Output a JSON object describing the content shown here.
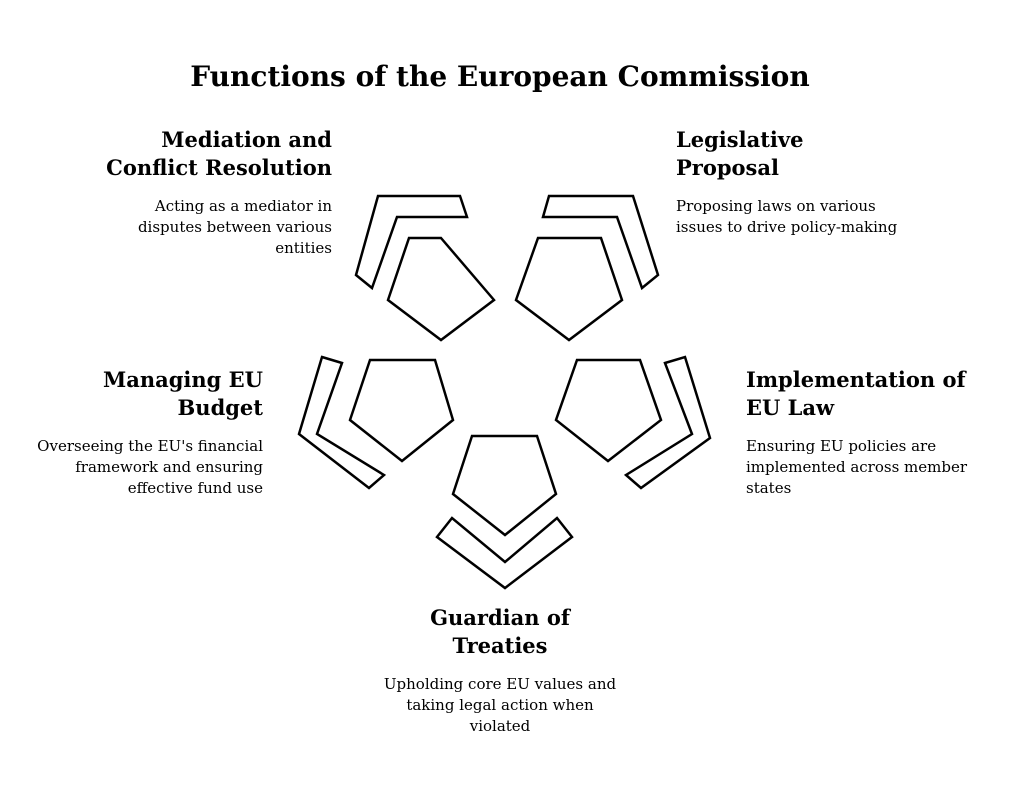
{
  "title": "Functions of the European Commission",
  "functions": [
    {
      "heading_lines": [
        "Mediation and",
        "Conflict Resolution"
      ],
      "description_lines": [
        "Acting as a mediator in",
        "disputes between various",
        "entities"
      ]
    },
    {
      "heading_lines": [
        "Legislative",
        "Proposal"
      ],
      "description_lines": [
        "Proposing laws on various",
        "issues to drive policy-making"
      ]
    },
    {
      "heading_lines": [
        "Managing EU",
        "Budget"
      ],
      "description_lines": [
        "Overseeing the EU's financial",
        "framework and ensuring",
        "effective fund use"
      ]
    },
    {
      "heading_lines": [
        "Implementation of",
        "EU Law"
      ],
      "description_lines": [
        "Ensuring EU policies are",
        "implemented across member",
        "states"
      ]
    },
    {
      "heading_lines": [
        "Guardian of",
        "Treaties"
      ],
      "description_lines": [
        "Upholding core EU values and",
        "taking legal action when",
        "violated"
      ]
    }
  ]
}
